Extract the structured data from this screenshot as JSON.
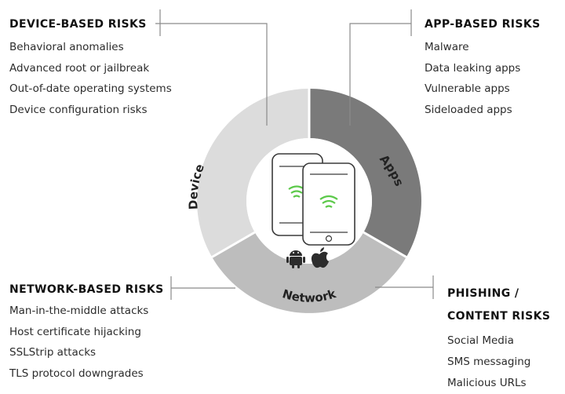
{
  "segments": {
    "device": "Device",
    "apps": "Apps",
    "network": "Network"
  },
  "device_risks": {
    "title": "DEVICE-BASED RISKS",
    "items": [
      "Behavioral anomalies",
      "Advanced root or jailbreak",
      "Out-of-date operating systems",
      "Device configuration risks"
    ]
  },
  "app_risks": {
    "title": "APP-BASED RISKS",
    "items": [
      "Malware",
      "Data leaking apps",
      "Vulnerable apps",
      "Sideloaded apps"
    ]
  },
  "network_risks": {
    "title": "NETWORK-BASED RISKS",
    "items": [
      "Man-in-the-middle attacks",
      "Host certificate hijacking",
      "SSLStrip attacks",
      "TLS protocol downgrades"
    ]
  },
  "phishing_risks": {
    "title_line1": "PHISHING /",
    "title_line2": "CONTENT RISKS",
    "items": [
      "Social Media",
      "SMS messaging",
      "Malicious URLs"
    ]
  },
  "colors": {
    "device_segment": "#dcdcdc",
    "apps_segment": "#7a7a7a",
    "network_segment": "#bdbdbd",
    "shield_accent": "#5cc94a",
    "connector_line": "#8a8a8a"
  },
  "icons": [
    "phone-back-icon",
    "phone-front-icon",
    "shield-icon",
    "android-icon",
    "apple-icon"
  ]
}
